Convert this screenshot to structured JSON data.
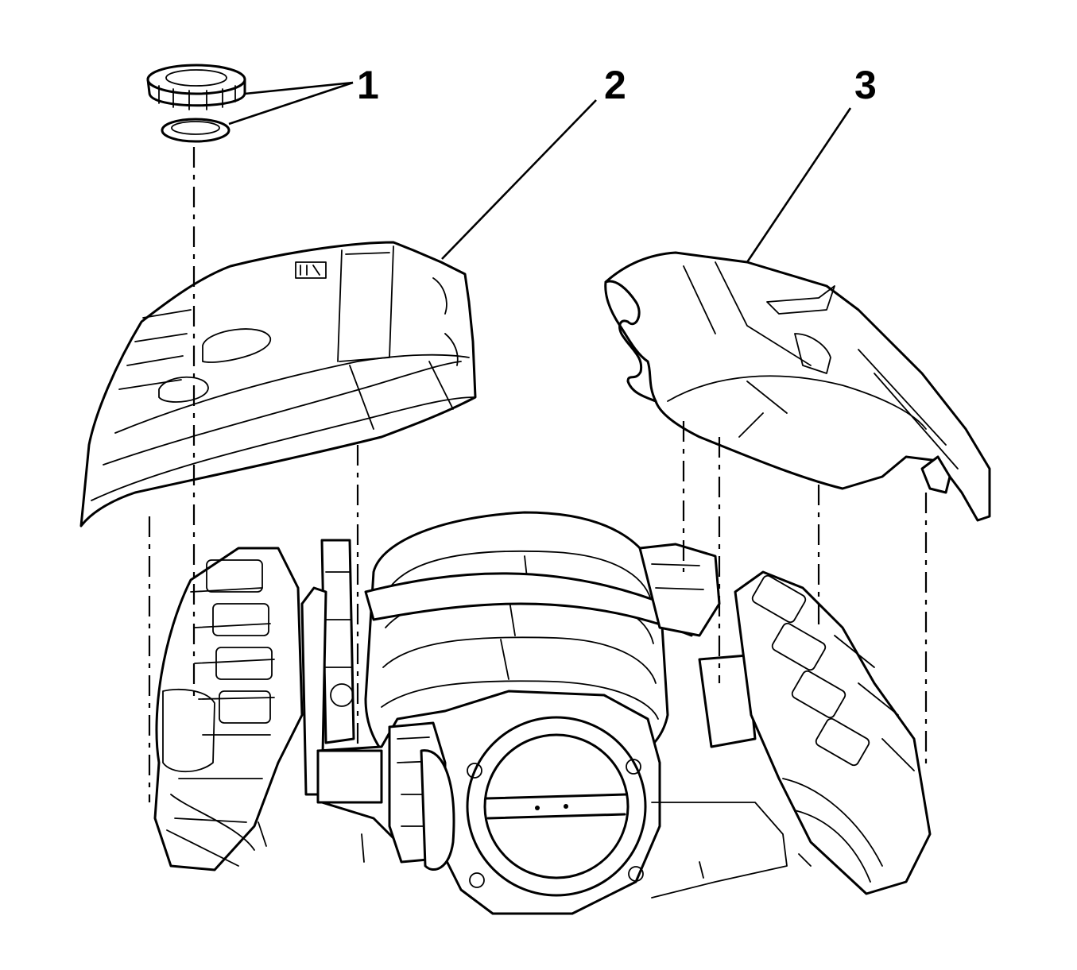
{
  "callouts": [
    {
      "id": "1",
      "label": "1",
      "part": "cap-and-seal"
    },
    {
      "id": "2",
      "label": "2",
      "part": "left-cover"
    },
    {
      "id": "3",
      "label": "3",
      "part": "right-cover"
    }
  ],
  "colors": {
    "line": "#000000",
    "background": "#ffffff"
  }
}
